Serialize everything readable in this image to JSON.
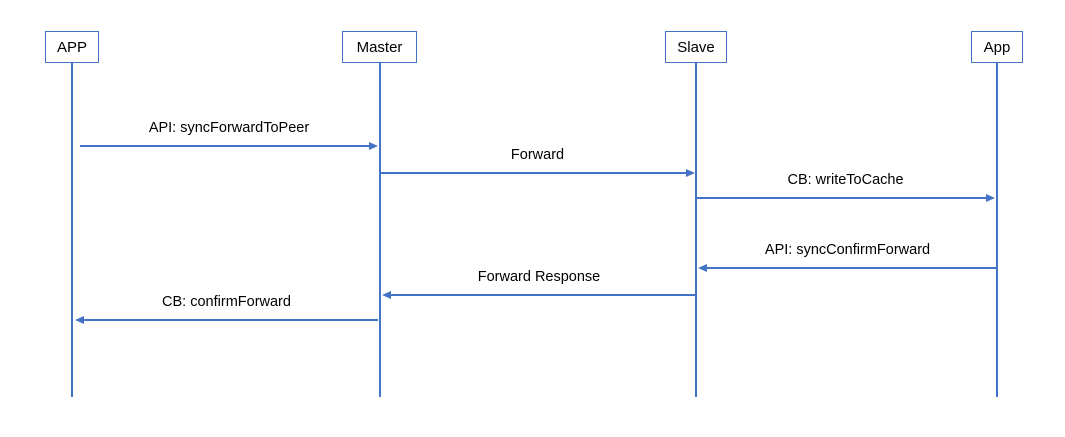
{
  "diagram": {
    "type": "sequence-diagram",
    "accent_color": "#4472C4",
    "text_color": "#000000",
    "background_color": "#FFFFFF",
    "actors": [
      {
        "name": "APP"
      },
      {
        "name": "Master"
      },
      {
        "name": "Slave"
      },
      {
        "name": "App"
      }
    ],
    "messages": [
      {
        "label": "API: syncForwardToPeer",
        "from": "APP",
        "to": "Master",
        "direction": "right"
      },
      {
        "label": "Forward",
        "from": "Master",
        "to": "Slave",
        "direction": "right"
      },
      {
        "label": "CB: writeToCache",
        "from": "Slave",
        "to": "App",
        "direction": "right"
      },
      {
        "label": "API: syncConfirmForward",
        "from": "App",
        "to": "Slave",
        "direction": "left"
      },
      {
        "label": "Forward Response",
        "from": "Slave",
        "to": "Master",
        "direction": "left"
      },
      {
        "label": "CB: confirmForward",
        "from": "Master",
        "to": "APP",
        "direction": "left"
      }
    ]
  }
}
